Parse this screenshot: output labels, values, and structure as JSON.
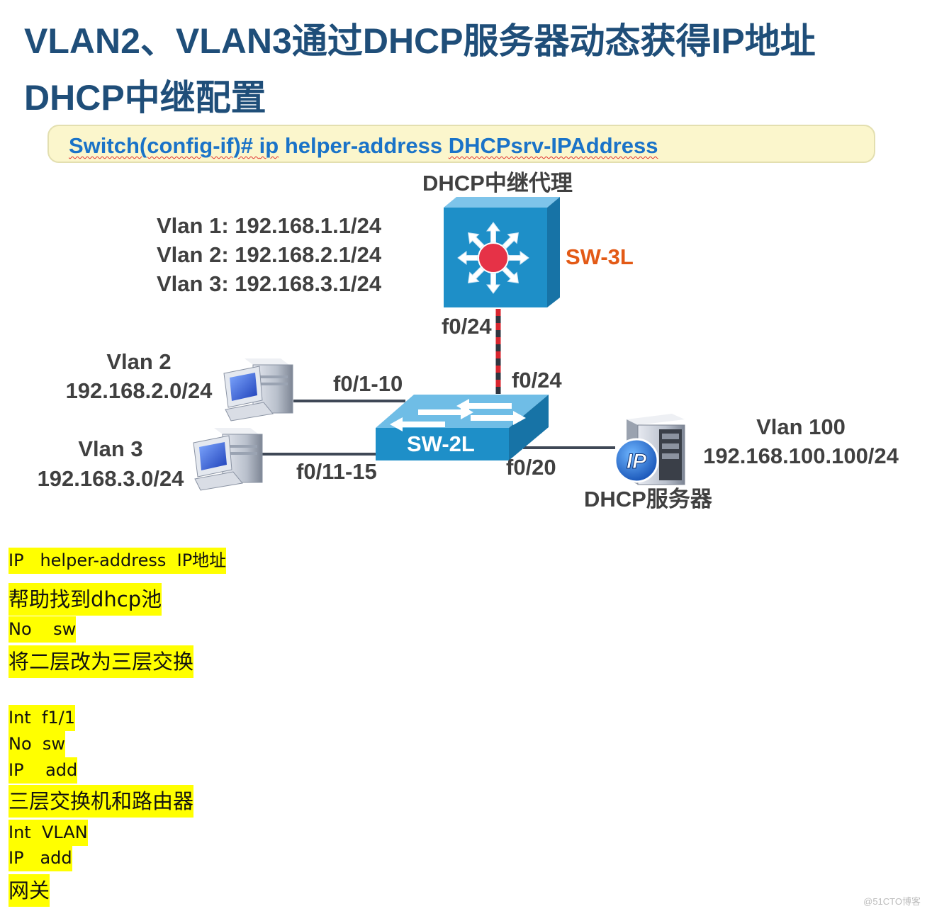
{
  "title_line1": "VLAN2、VLAN3通过DHCP服务器动态获得IP地址",
  "title_line2": "DHCP中继配置",
  "command": {
    "prefix": "Switch(config-if)# ",
    "ip": "ip",
    "middle": " helper-address ",
    "arg": "DHCPsrv-IPAddress"
  },
  "diagram": {
    "relay_title": "DHCP中继代理",
    "vlan_ips": [
      "Vlan 1:  192.168.1.1/24",
      "Vlan 2:  192.168.2.1/24",
      "Vlan 3:  192.168.3.1/24"
    ],
    "sw3_label": "SW-3L",
    "sw2_label": "SW-2L",
    "port_sw3_uplink": "f0/24",
    "port_sw2_uplink": "f0/24",
    "port_vlan2": "f0/1-10",
    "port_vlan3": "f0/11-15",
    "port_server": "f0/20",
    "pc1_vlan": "Vlan 2",
    "pc1_net": "192.168.2.0/24",
    "pc2_vlan": "Vlan 3",
    "pc2_net": "192.168.3.0/24",
    "server_vlan": "Vlan 100",
    "server_ip": "192.168.100.100/24",
    "server_label": "DHCP服务器",
    "server_badge": "IP",
    "colors": {
      "title": "#1f4e79",
      "command": "#1a73c8",
      "switch_blue": "#1e8fc8",
      "sw3_label": "#e35a16",
      "highlight": "#ffff00"
    }
  },
  "notes": [
    "IP   helper-address  IP地址",
    "帮助找到dhcp池",
    "No    sw",
    "将二层改为三层交换",
    "Int  f1/1",
    "No  sw",
    "IP    add",
    "三层交换机和路由器",
    "Int  VLAN",
    "IP   add",
    "网关"
  ],
  "watermark": "@51CTO博客"
}
